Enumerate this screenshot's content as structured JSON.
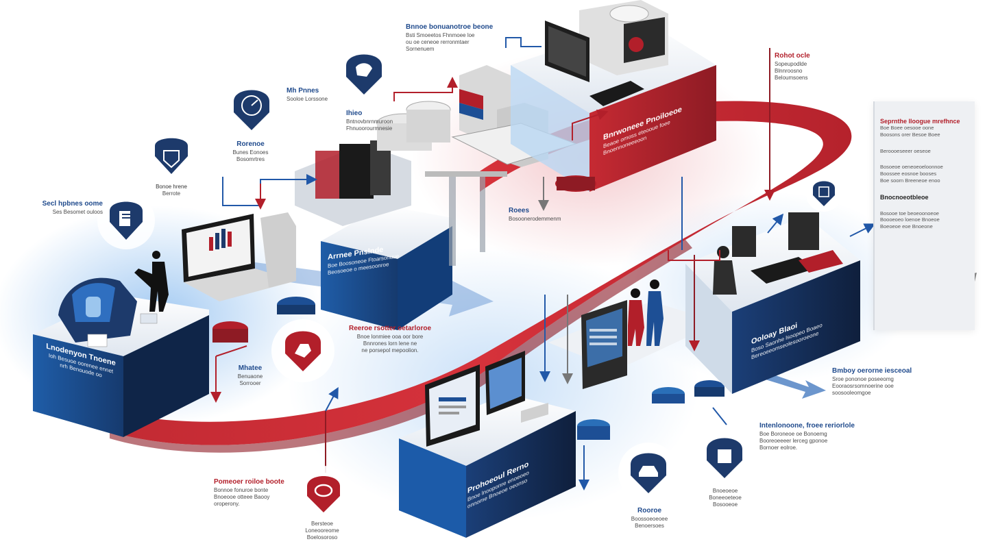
{
  "colors": {
    "navy": "#16335f",
    "blue": "#2f6fc0",
    "red": "#c62a33",
    "dark_red": "#8e1b24",
    "panel": "#eef0f3"
  },
  "labels": {
    "left_header": {
      "title": "Secl hpbnes oome",
      "body": "Ses Besomet ouloos"
    },
    "icon1": {
      "title": "Rorenoe",
      "body": "Bunes Eonoes\nBosomrtres"
    },
    "icon2": {
      "title": "Mh Pnnes",
      "body": "Sooloe Lorssone"
    },
    "icon0": {
      "title": "Bonoe hrene",
      "body": "Berrote"
    },
    "top_note": {
      "title": "Bnnoe bonuanotroe beone",
      "body": "Bsti Smoeetos Fhnmoee loe\nou oe ceneoe rerronmtaer\nSornenuem"
    },
    "right_top_note": {
      "title": "Rohot ocle",
      "body": "Sopeupodlde\nBlnnroosno\nBeloumsoens"
    },
    "mid_label": {
      "title": "Roees",
      "body": "Bosoonerodemmenm"
    },
    "small_label": {
      "title": "Ihieo",
      "body": "Bntnovbnrnmuroon\nFhnuoorourmnesie"
    },
    "red_center": {
      "title": "Reeroe rsotter oetarloroe",
      "body": "Bnoe lonmiee ooa oor bore\nBnnrones lorn lene ne\nne porsepol mepoolion."
    },
    "small_center": {
      "title": "Mhatee",
      "body": "Benuaone\nSorrooer"
    },
    "bottom_left": {
      "title": "Pomeoer roiloe boote",
      "body": "Bonnoe fonuroe bonte\nBnoeooe otteee Baooy\noroperony."
    },
    "bottom_center": {
      "title": "",
      "body": "Bersteoe\nLoneooreome\nBoelosoroso"
    },
    "right_mid": {
      "title": "Bmboy oerorne iesceoal",
      "body": "Sroe pononoe poseeomg\nEooraosrsomnoerine ooe\nsoosooleomgoe"
    },
    "right_lower": {
      "title": "Intenlonoone, froee reriorlole",
      "body": "Boe Boroneoe oe Bonoemg\nBooreoeeeer lerceg gponoe\nBornoer eolroe."
    },
    "icon_bottom1": {
      "title": "Rooroe",
      "body": "Boossoeoeoee\nBenoersoes"
    },
    "icon_bottom2": {
      "title": "",
      "body": "Bnoeoeoe\nBoneeoeteoe\nBosooeoe"
    }
  },
  "blocks": {
    "left": {
      "title": "Lnodenyon Tnoene",
      "body": "Ioh Besuoe oorenee ennet\nnrh Benouode oo"
    },
    "blue_mid": {
      "title": "Arrnee Pnslnde",
      "body": "Boe Boosoneoe Ftoarsonuue\nBeosoeoe o meesoonroe"
    },
    "red_top": {
      "title": "Bnrwoneee Pnoiloeoe",
      "body": "Beaoe omoss eteooue foee\nBnoennoneeeoon"
    },
    "bottom": {
      "title": "Prohoeoul Rerno",
      "body": "Bnoe lnooponre enoeoeo\nonnome Bnoeoe oeonso"
    },
    "right": {
      "title": "Ooloay Blaoi",
      "body": "Boso Saonhe lsoopeo Boaeo\nBereoeeomseolesooroeone"
    }
  },
  "panel": {
    "items": [
      {
        "heading": "Seprnthe lloogue mrefhnce",
        "body": "Boe Boee oesooe oone\nBoosons orer Besoe Boee",
        "red": true
      },
      {
        "heading": "",
        "body": "Beroooeseeer oeseoe",
        "red": false
      },
      {
        "heading": "",
        "body": "Bosoeoe oeneoeoeloonnoe\nBoossee eosnoe booses\nBoe soorn Breeneoe enoo",
        "red": false
      },
      {
        "heading": "Bnocnoeotbleoe",
        "body": "",
        "red": false
      },
      {
        "heading": "",
        "body": "Bosooe toe beoeoonoeoe\nBoooeoeo loenoe Bnoeoe\nBoeoeoe eoe Bnoeone",
        "red": false
      }
    ]
  },
  "icons": [
    {
      "name": "shield-icon",
      "color": "#1d3a6b"
    },
    {
      "name": "gauge-icon",
      "color": "#1d3a6b"
    },
    {
      "name": "hand-icon",
      "color": "#1d3a6b"
    },
    {
      "name": "document-stack-icon",
      "color": "#1d3a6b"
    },
    {
      "name": "robot-arm-icon",
      "color": "#b21f2a"
    },
    {
      "name": "headset-icon",
      "color": "#b21f2a"
    },
    {
      "name": "car-icon",
      "color": "#1d3a6b"
    },
    {
      "name": "shopping-bag-icon",
      "color": "#1d3a6b"
    },
    {
      "name": "server-icon",
      "color": "#1d3a6b"
    }
  ]
}
